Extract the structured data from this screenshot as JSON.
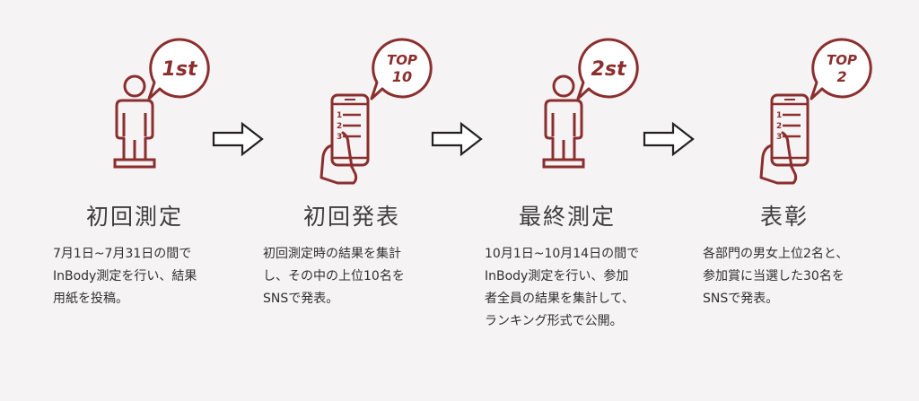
{
  "colors": {
    "accent": "#8b2e2e",
    "background": "#f6f3f4",
    "text": "#2f2f2f"
  },
  "steps": [
    {
      "badge": [
        "1st"
      ],
      "icon": "person-on-scale-icon",
      "title": "初回測定",
      "desc": [
        "7月1日~7月31日の間で",
        "InBody測定を行い、結果",
        "用紙を投稿。"
      ]
    },
    {
      "badge": [
        "TOP",
        "10"
      ],
      "icon": "smartphone-ranking-icon",
      "list_numbers": [
        "1",
        "2",
        "3"
      ],
      "title": "初回発表",
      "desc": [
        "初回測定時の結果を集計",
        "し、その中の上位10名を",
        "SNSで発表。"
      ]
    },
    {
      "badge": [
        "2st"
      ],
      "icon": "person-on-scale-icon",
      "title": "最終測定",
      "desc": [
        "10月1日~10月14日の間で",
        "InBody測定を行い、参加",
        "者全員の結果を集計して、",
        "ランキング形式で公開。"
      ]
    },
    {
      "badge": [
        "TOP",
        "2"
      ],
      "icon": "smartphone-ranking-icon",
      "list_numbers": [
        "1",
        "2",
        "3"
      ],
      "title": "表彰",
      "desc": [
        "各部門の男女上位2名と、",
        "参加賞に当選した30名を",
        "SNSで発表。"
      ]
    }
  ]
}
